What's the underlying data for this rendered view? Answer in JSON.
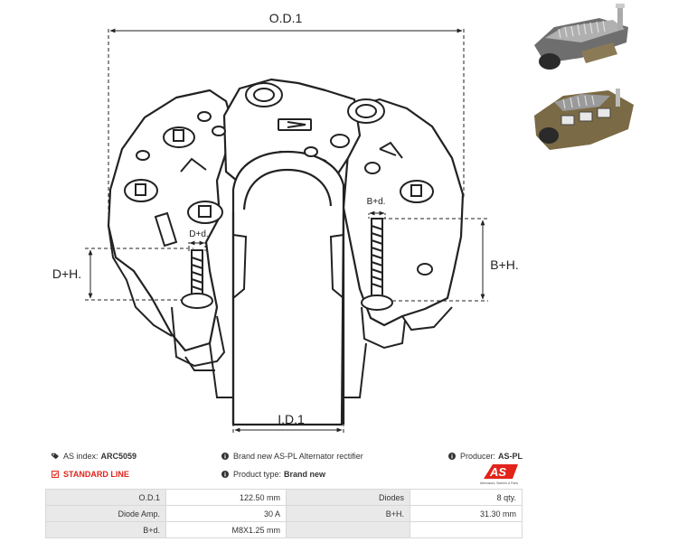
{
  "dimensions": {
    "od": "O.D.1",
    "id": "I.D.1",
    "dh": "D+H.",
    "bh": "B+H.",
    "bd": "B+d.",
    "dd": "D+d."
  },
  "info": {
    "as_index_label": "AS index:",
    "as_index_value": "ARC5059",
    "standard_line": "STANDARD LINE",
    "description": "Brand new AS-PL Alternator rectifier",
    "product_type_label": "Product type:",
    "product_type_value": "Brand new",
    "producer_label": "Producer:",
    "producer_value": "AS-PL"
  },
  "logo": {
    "mark": "AS",
    "tagline": "Alternators, Starters & Parts"
  },
  "spec_table": [
    [
      "O.D.1",
      "122.50 mm",
      "Diodes",
      "8 qty."
    ],
    [
      "Diode Amp.",
      "30 A",
      "B+H.",
      "31.30 mm"
    ],
    [
      "B+d.",
      "M8X1.25 mm",
      "",
      ""
    ]
  ],
  "colors": {
    "accent_red": "#e2231a",
    "table_label_bg": "#e9e9e9",
    "line": "#222222"
  }
}
